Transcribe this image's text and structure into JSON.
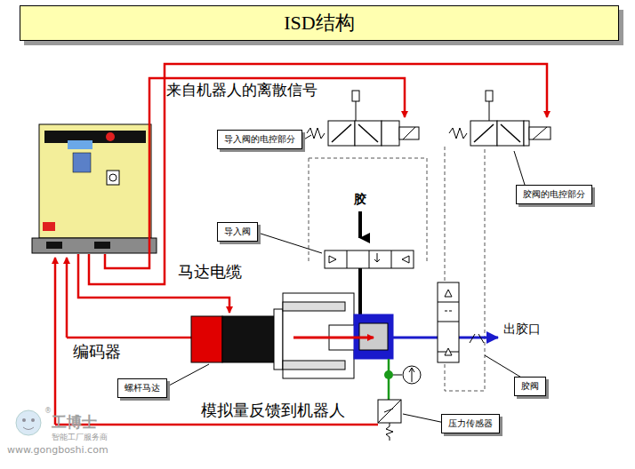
{
  "diagram": {
    "title": "ISD结构",
    "nodes": [
      {
        "text": [
          "导入阀的电控部分"
        ]
      },
      {
        "text": [
          "胶阀的电控部分"
        ]
      },
      {
        "text": [
          "导入阀"
        ]
      },
      {
        "text": [
          "螺杆马达"
        ]
      },
      {
        "text": [
          "胶阀"
        ]
      },
      {
        "text": [
          "压力传感器"
        ]
      }
    ],
    "labels": [
      "来自机器人的离散信号",
      "胶",
      "马达电缆",
      "编码器",
      "出胶口",
      "模拟量反馈到机器人",
      "工博士",
      "®",
      "智能工厂服务商",
      "www.gongboshi.com"
    ]
  }
}
